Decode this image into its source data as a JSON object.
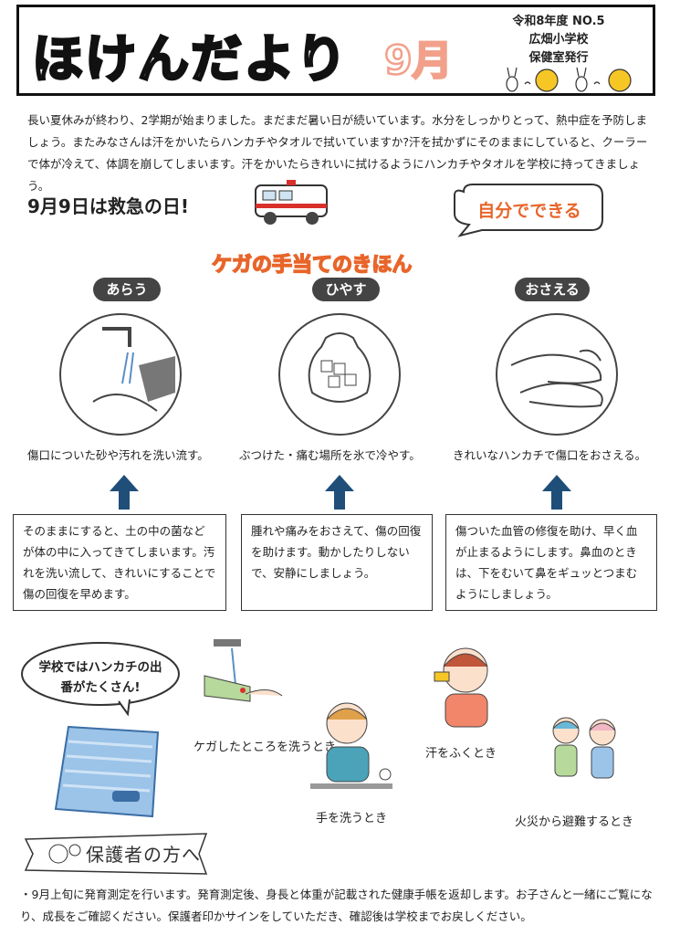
{
  "header": {
    "title": "ほけんだより",
    "month": "9月",
    "issue_line1": "令和8年度  NO.5",
    "issue_line2": "広畑小学校",
    "issue_line3": "保健室発行"
  },
  "intro": {
    "text": "長い夏休みが終わり、2学期が始まりました。まだまだ暑い日が続いています。水分をしっかりとって、熱中症を予防しましょう。またみなさんは汗をかいたらハンカチやタオルで拭いていますか?汗を拭かずにそのままにしていると、クーラーで体が冷えて、体調を崩してしまいます。汗をかいたらきれいに拭けるようにハンカチやタオルを学校に持ってきましょう。"
  },
  "first_aid": {
    "heading": "9月9日は救急の日!",
    "bubble": "自分でできる",
    "subtitle": "ケガの手当てのきほん",
    "steps": [
      {
        "label": "あらう",
        "caption": "傷口についた砂や汚れを洗い流す。",
        "detail": "そのままにすると、土の中の菌などが体の中に入ってきてしまいます。汚れを洗い流して、きれいにすることで傷の回復を早めます。"
      },
      {
        "label": "ひやす",
        "caption": "ぶつけた・痛む場所を氷で冷やす。",
        "detail": "腫れや痛みをおさえて、傷の回復を助けます。動かしたりしないで、安静にしましょう。"
      },
      {
        "label": "おさえる",
        "caption": "きれいなハンカチで傷口をおさえる。",
        "detail": "傷ついた血管の修復を助け、早く血が止まるようにします。鼻血のときは、下をむいて鼻をギュッとつまむようにしましょう。"
      }
    ]
  },
  "handkerchief": {
    "bubble": "学校ではハンカチの出番がたくさん!",
    "uses": [
      "ケガしたところを洗うとき",
      "手を洗うとき",
      "汗をふくとき",
      "火災から避難するとき"
    ]
  },
  "parents": {
    "banner": "保護者の方へ",
    "text": "・9月上旬に発育測定を行います。発育測定後、身長と体重が記載された健康手帳を返却します。お子さんと一緒にご覧になり、成長をご確認ください。保護者印かサインをしていただき、確認後は学校までお戻しください。"
  },
  "colors": {
    "accent": "#e8652a",
    "arrow": "#1f4e79",
    "month_outline": "#f2a08a"
  }
}
